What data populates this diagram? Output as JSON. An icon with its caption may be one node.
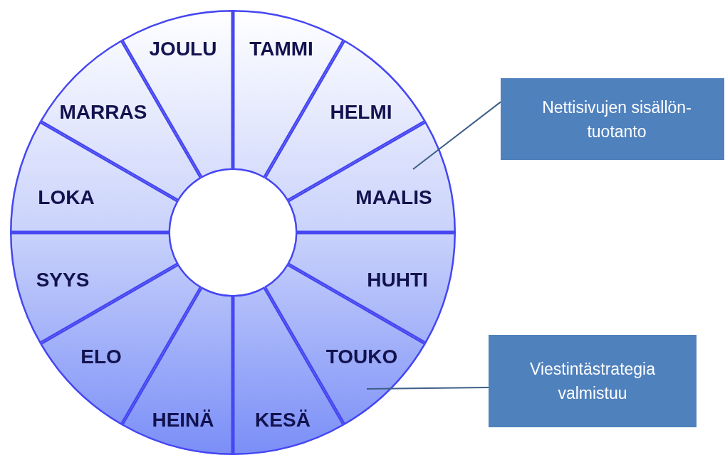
{
  "diagram": {
    "nodes": [
      {
        "text": [
          "TAMMI"
        ]
      },
      {
        "text": [
          "HELMI"
        ]
      },
      {
        "text": [
          "MAALIS"
        ]
      },
      {
        "text": [
          "HUHTI"
        ]
      },
      {
        "text": [
          "TOUKO"
        ]
      },
      {
        "text": [
          "KESÄ"
        ]
      },
      {
        "text": [
          "HEINÄ"
        ]
      },
      {
        "text": [
          "ELO"
        ]
      },
      {
        "text": [
          "SYYS"
        ]
      },
      {
        "text": [
          "LOKA"
        ]
      },
      {
        "text": [
          "MARRAS"
        ]
      },
      {
        "text": [
          "JOULU"
        ]
      },
      {
        "text": [
          "Nettisivujen sisällön-tuotanto"
        ]
      },
      {
        "text": [
          "Viestintästrategia valmistuu"
        ]
      },
      {
        "text": [],
        "shape": "circle"
      }
    ],
    "edges": [
      {
        "from": 12,
        "to": 2,
        "arrow": "none"
      },
      {
        "from": 13,
        "to": 4,
        "arrow": "none"
      }
    ]
  }
}
